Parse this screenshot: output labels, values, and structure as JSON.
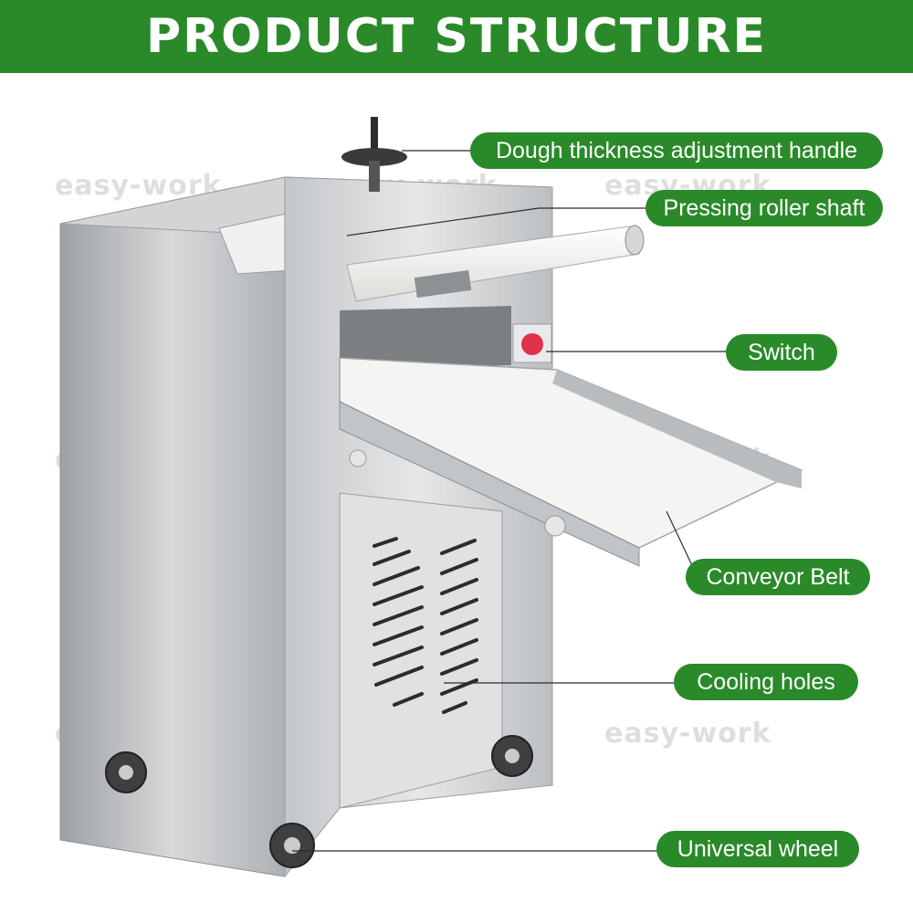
{
  "header": {
    "title": "PRODUCT STRUCTURE"
  },
  "watermark": {
    "text": "easy-work"
  },
  "labels": [
    "Dough thickness adjustment handle",
    "Pressing roller shaft",
    "Switch",
    "Conveyor Belt",
    "Cooling holes",
    "Universal wheel"
  ],
  "colors": {
    "accent": "#2a8a2a",
    "steel": "#c9cbcd",
    "belt": "#f4f4f2",
    "switch": "#e0304a"
  }
}
